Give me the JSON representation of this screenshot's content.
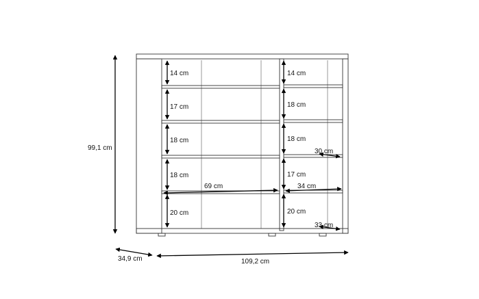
{
  "dimensions": {
    "height_total": "99,1 cm",
    "depth": "34,9 cm",
    "width_total": "109,2 cm"
  },
  "compartments": {
    "left_column": [
      "14 cm",
      "17 cm",
      "18 cm",
      "18 cm",
      "20 cm"
    ],
    "right_column": [
      "14 cm",
      "18 cm",
      "18 cm",
      "17 cm",
      "20 cm"
    ],
    "inner_width_left": "69 cm",
    "inner_width_right": "34 cm",
    "shelf_depth_upper_right": "30 cm",
    "shelf_depth_bottom_right": "33 cm"
  },
  "colors": {
    "line": "#333333",
    "arrow": "#000000",
    "background": "#ffffff"
  }
}
